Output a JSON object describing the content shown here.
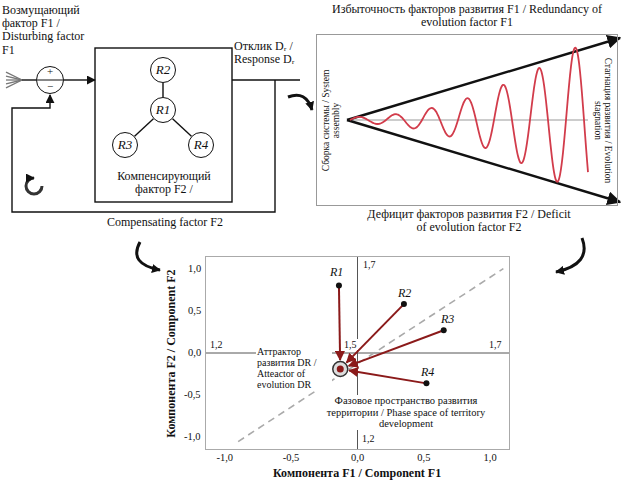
{
  "diagram": {
    "nodes": [
      {
        "text": [
          "+",
          "−"
        ]
      },
      {
        "text": [
          "R2"
        ]
      },
      {
        "text": [
          "R1"
        ]
      },
      {
        "text": [
          "R3"
        ]
      },
      {
        "text": [
          "R4"
        ]
      },
      {
        "text": [
          "Избыточность факторов развития F1 / Redundancy of evolution factor F1",
          "Сборка системы / System assembly",
          "Стагнация развития / Evolution stagnation",
          "Дефицит факторов развития F2 / Deficit of evolution factor F2"
        ]
      },
      {
        "text": [
          "R1",
          "R2",
          "R3",
          "R4",
          "1,7",
          "1,2",
          "1,5",
          "1,7",
          "1,2",
          "Аттрактор развития DR / Atteactor of evolution DR",
          "Фазовое пространство развития территории / Phase space of territory development"
        ]
      }
    ],
    "edges": [
      {
        "from": 2,
        "to": 1,
        "arrow": "none"
      },
      {
        "from": 2,
        "to": 3,
        "arrow": "none"
      },
      {
        "from": 2,
        "to": 4,
        "arrow": "none"
      }
    ],
    "labels": [
      "Возмущающий фактор F1 / Disturbing factor F1",
      "Отклик Dᵣ / Response Dᵣ",
      "Компенсирующий фактор F2 /",
      "Compensating factor F2",
      "1,0",
      "0,5",
      "0,0",
      "-0,5",
      "-1,0",
      "-1,0",
      "-0,5",
      "0,0",
      "0,5",
      "1,0",
      "Компонента F1 / Component F1",
      "Компонента F2 / Component F2"
    ]
  }
}
